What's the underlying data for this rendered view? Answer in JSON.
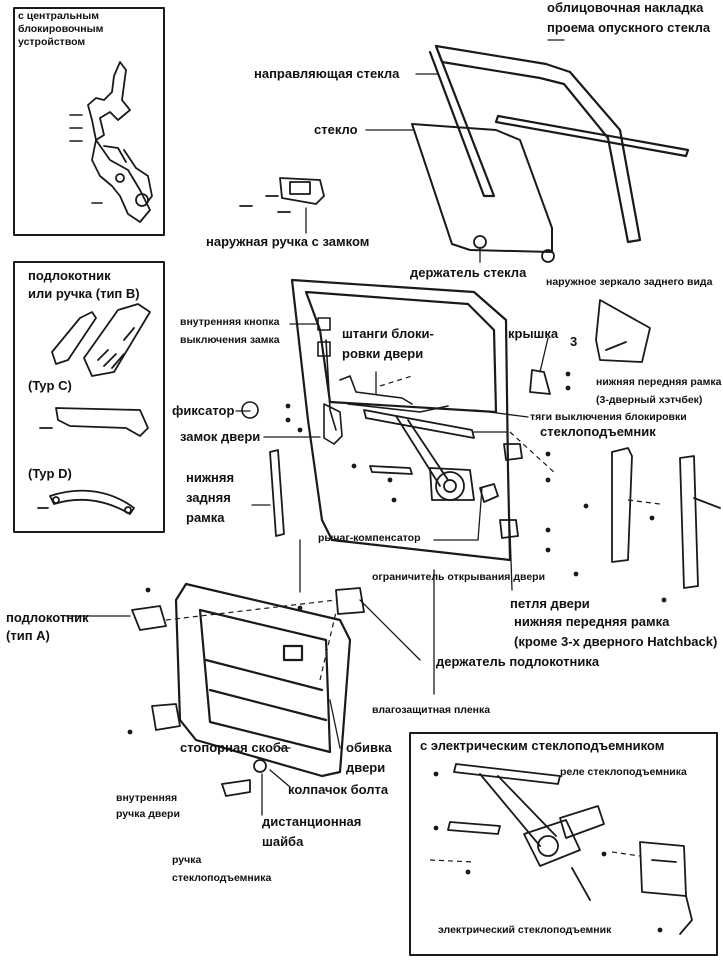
{
  "labels": {
    "central_lock": [
      "с центральным",
      "блокировочным",
      "устройством"
    ],
    "armrest_b": [
      "подлокотник",
      "или ручка (тип B)"
    ],
    "typ_c": "(Typ C)",
    "typ_d": "(Typ D)",
    "facing_line1": "облицовочная накладка",
    "facing_line2": "проема опускного стекла",
    "glass_guide": "направляющая стекла",
    "glass": "стекло",
    "outer_handle": "наружная ручка с замком",
    "glass_holder": "держатель стекла",
    "rear_mirror": "наружное зеркало заднего вида",
    "inner_lock_button": [
      "внутренняя кнопка",
      "выключения замка"
    ],
    "lock_rods": [
      "штанги блоки-",
      "ровки двери"
    ],
    "cover": "крышка",
    "lower_front_frame_3d": [
      "нижняя передняя рамка",
      "(3-дверный хэтчбек)"
    ],
    "retainer": "фиксатор",
    "unlock_rods": "тяги выключения блокировки",
    "door_lock": "замок двери",
    "window_regulator": "стеклоподъемник",
    "lower_rear_frame": [
      "нижняя",
      "задняя",
      "рамка"
    ],
    "compensator_lever": "рычаг-компенсатор",
    "door_check": "ограничитель открывания двери",
    "door_hinge": "петля двери",
    "lower_front_frame": [
      "нижняя передняя рамка",
      "(кроме 3-х дверного Hatchback)"
    ],
    "armrest_a": [
      "подлокотник",
      "(тип A)"
    ],
    "armrest_holder": "держатель подлокотника",
    "moisture_film": "влагозащитная пленка",
    "lock_clip": "стопорная скоба",
    "door_trim": [
      "обивка",
      "двери"
    ],
    "bolt_cap": "колпачок болта",
    "inner_door_handle": [
      "внутренняя",
      "ручка двери"
    ],
    "spacer": [
      "дистанционная",
      "шайба"
    ],
    "regulator_handle": [
      "ручка",
      "стеклоподъемника"
    ],
    "power_window_title": "с электрическим стеклоподъемником",
    "power_relay": "реле стеклоподъемника",
    "power_regulator": "электрический стеклоподъемник",
    "num_3": "3"
  },
  "icons": [
    "screw-icon",
    "door-panel",
    "window-frame",
    "armrest",
    "relay-box",
    "motor"
  ]
}
